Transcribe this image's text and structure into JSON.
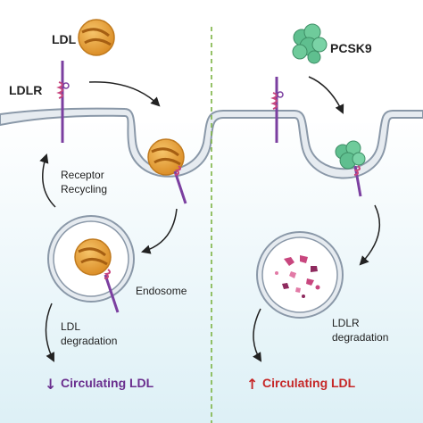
{
  "labels": {
    "ldl": "LDL",
    "ldlr": "LDLR",
    "pcsk9": "PCSK9",
    "receptor_recycling_line1": "Receptor",
    "receptor_recycling_line2": "Recycling",
    "endosome": "Endosome",
    "ldl_degradation_line1": "LDL",
    "ldl_degradation_line2": "degradation",
    "ldlr_degradation_line1": "LDLR",
    "ldlr_degradation_line2": "degradation",
    "circulating_ldl_left": "Circulating LDL",
    "circulating_ldl_right": "Circulating LDL"
  },
  "indicators": {
    "left_arrow": "↓",
    "right_arrow": "↑"
  },
  "colors": {
    "ldl_orange": "#E9A13B",
    "receptor_purple": "#7B3FA0",
    "pcsk9_green": "#5FBF8F",
    "decrease_purple": "#6A2E8E",
    "increase_red": "#C62828",
    "divider_green": "#7CB342",
    "membrane_stroke": "#8A98A8",
    "membrane_fill": "#E6EBF0",
    "fragment_pink": "#C8467E"
  }
}
